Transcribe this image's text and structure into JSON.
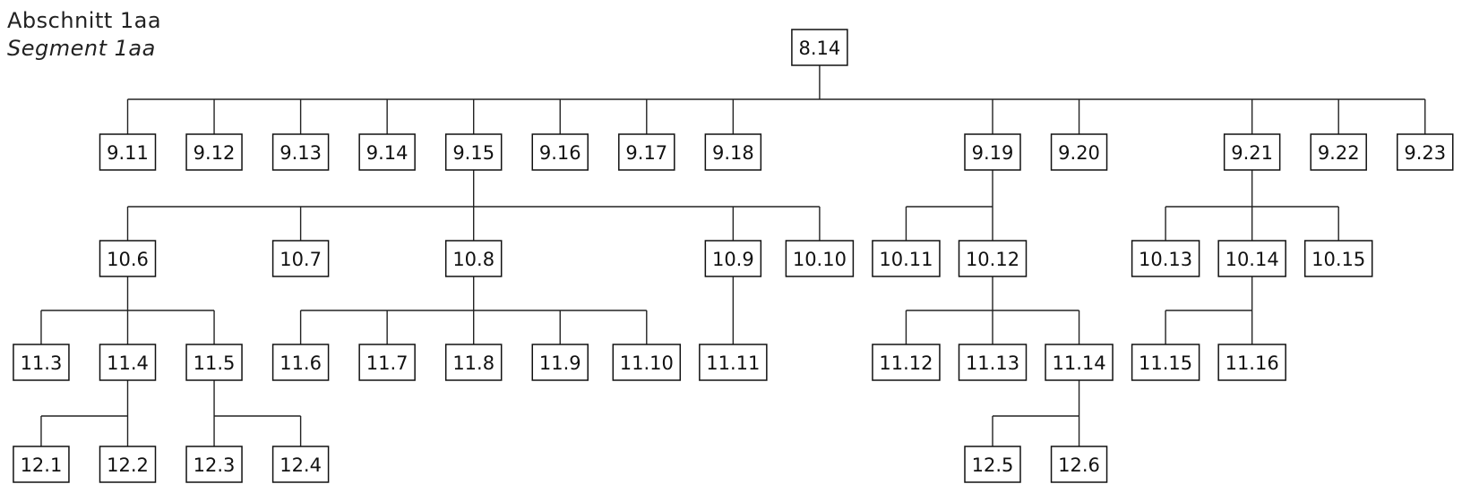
{
  "title": {
    "line1": "Abschnitt 1aa",
    "line2": "Segment 1aa"
  },
  "root": {
    "label": "8.14",
    "children": [
      {
        "label": "9.11"
      },
      {
        "label": "9.12"
      },
      {
        "label": "9.13"
      },
      {
        "label": "9.14"
      },
      {
        "label": "9.15",
        "children": [
          {
            "label": "10.6",
            "children": [
              {
                "label": "11.3"
              },
              {
                "label": "11.4",
                "children": [
                  {
                    "label": "12.1"
                  },
                  {
                    "label": "12.2"
                  }
                ]
              },
              {
                "label": "11.5",
                "children": [
                  {
                    "label": "12.3"
                  },
                  {
                    "label": "12.4"
                  }
                ]
              }
            ]
          },
          {
            "label": "10.7"
          },
          {
            "label": "10.8",
            "children": [
              {
                "label": "11.6"
              },
              {
                "label": "11.7"
              },
              {
                "label": "11.8"
              },
              {
                "label": "11.9"
              },
              {
                "label": "11.10"
              }
            ]
          },
          {
            "label": "10.9",
            "children": [
              {
                "label": "11.11"
              }
            ]
          },
          {
            "label": "10.10"
          }
        ]
      },
      {
        "label": "9.16"
      },
      {
        "label": "9.17"
      },
      {
        "label": "9.18"
      },
      {
        "label": "9.19",
        "children": [
          {
            "label": "10.11"
          },
          {
            "label": "10.12",
            "children": [
              {
                "label": "11.12"
              },
              {
                "label": "11.13"
              },
              {
                "label": "11.14",
                "children": [
                  {
                    "label": "12.5"
                  },
                  {
                    "label": "12.6"
                  }
                ]
              }
            ]
          }
        ]
      },
      {
        "label": "9.20"
      },
      {
        "label": "9.21",
        "children": [
          {
            "label": "10.13"
          },
          {
            "label": "10.14",
            "children": [
              {
                "label": "11.15"
              },
              {
                "label": "11.16"
              }
            ]
          },
          {
            "label": "10.15"
          }
        ]
      },
      {
        "label": "9.22"
      },
      {
        "label": "9.23"
      }
    ]
  }
}
